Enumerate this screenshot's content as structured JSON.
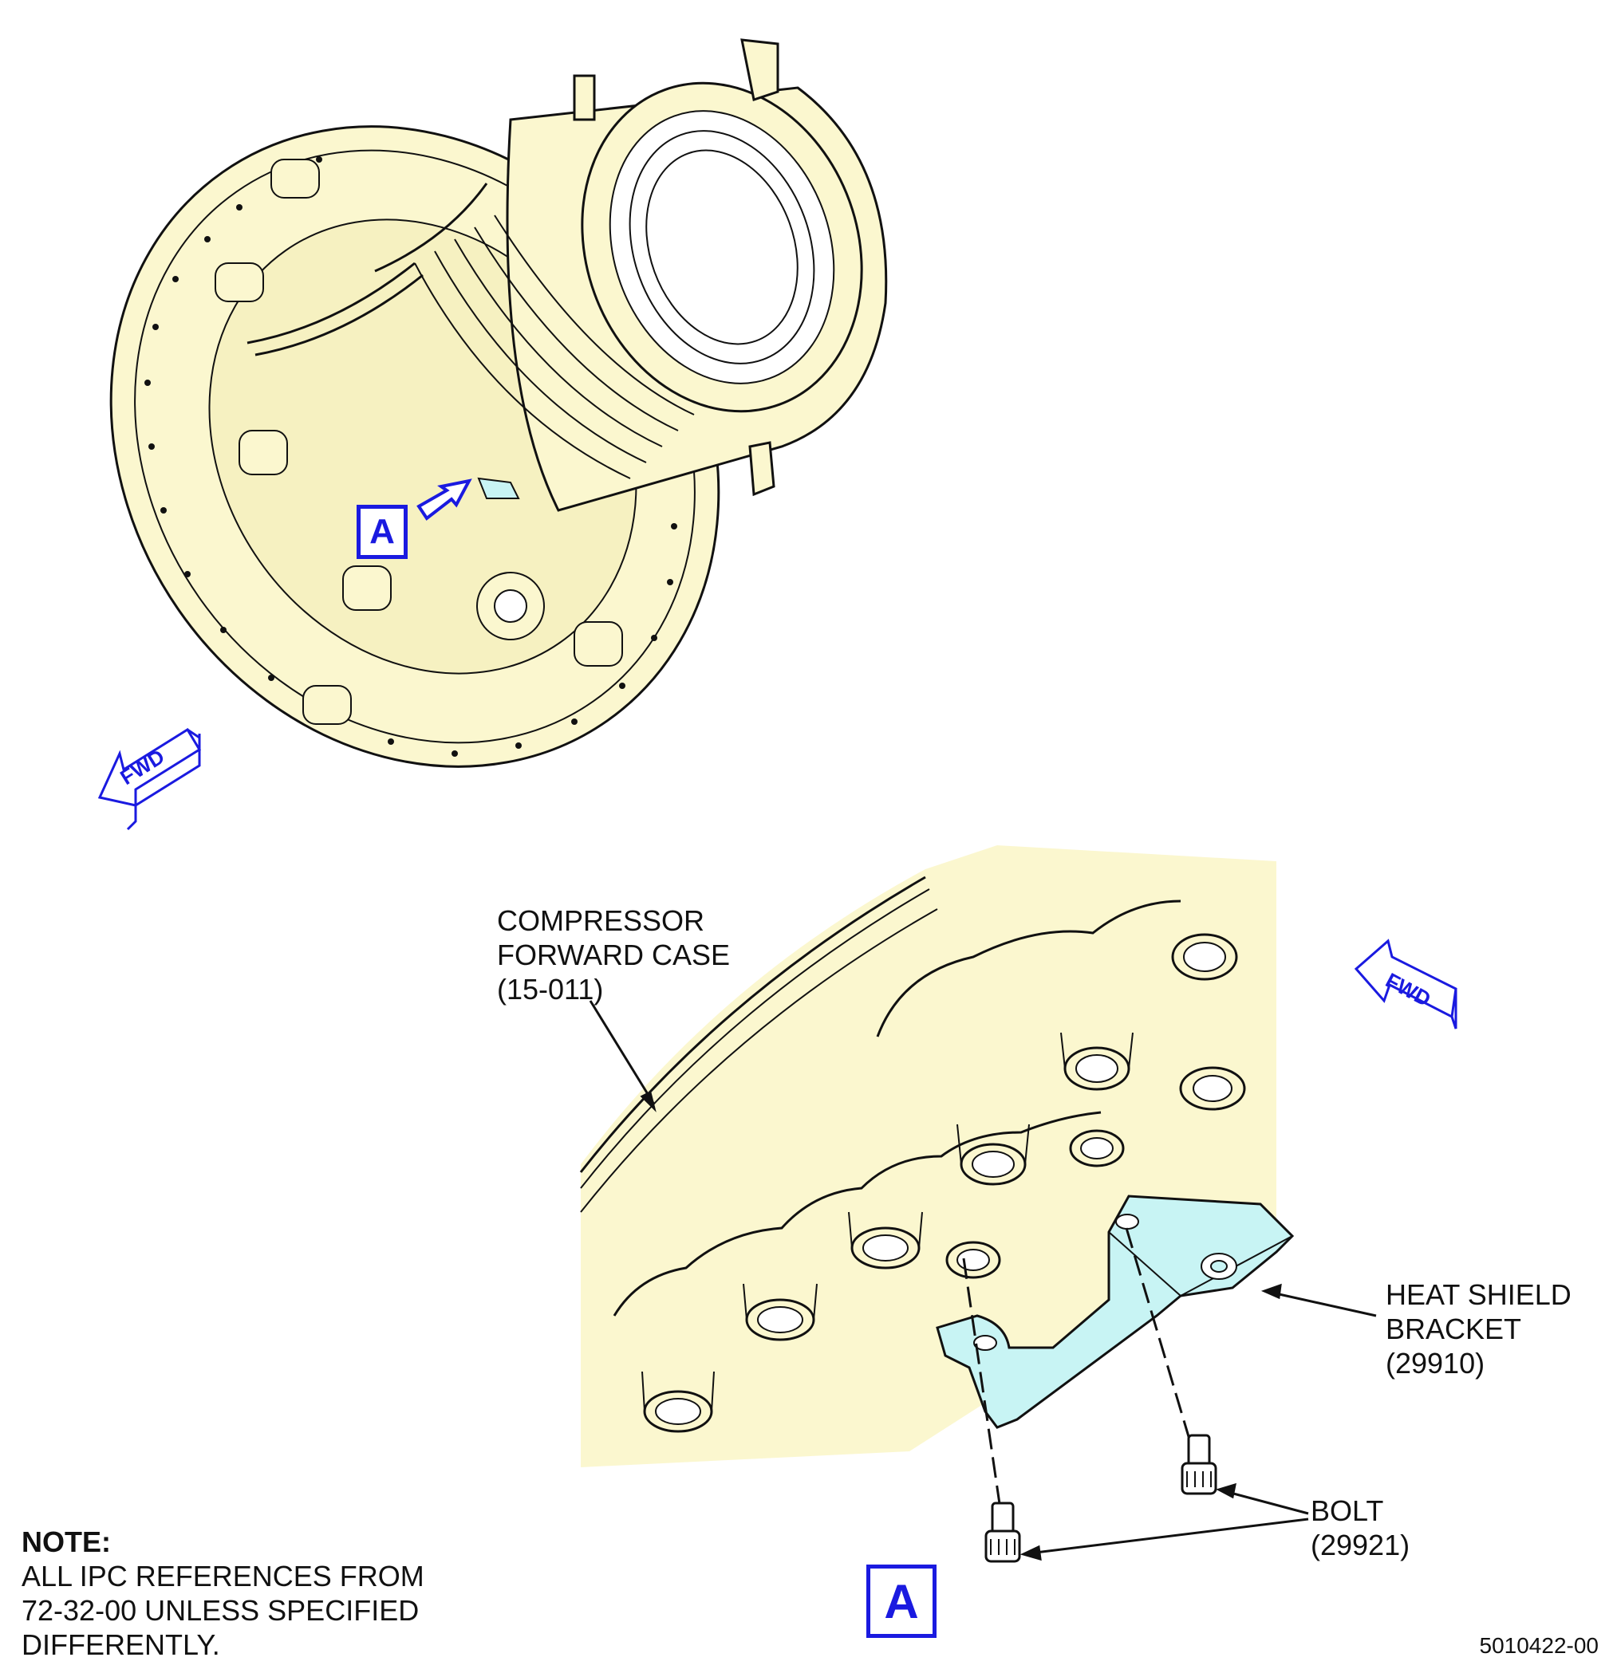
{
  "callouts": {
    "overview_letter": "A",
    "detail_letter": "A"
  },
  "fwd_indicators": {
    "left_text": "FWD",
    "right_text": "FWD"
  },
  "labels": {
    "case": [
      "COMPRESSOR",
      "FORWARD CASE",
      "(15-011)"
    ],
    "bracket": [
      "HEAT SHIELD",
      "BRACKET",
      "(29910)"
    ],
    "bolt": [
      "BOLT",
      "(29921)"
    ]
  },
  "note": {
    "title": "NOTE:",
    "lines": [
      "ALL IPC REFERENCES FROM",
      "72-32-00 UNLESS SPECIFIED",
      "DIFFERENTLY."
    ]
  },
  "figure_number": "5010422-00",
  "colors": {
    "part_fill": "#fbf7cf",
    "highlight_fill": "#c8f4f4",
    "callout_blue": "#1a1ae0",
    "line": "#111111"
  }
}
